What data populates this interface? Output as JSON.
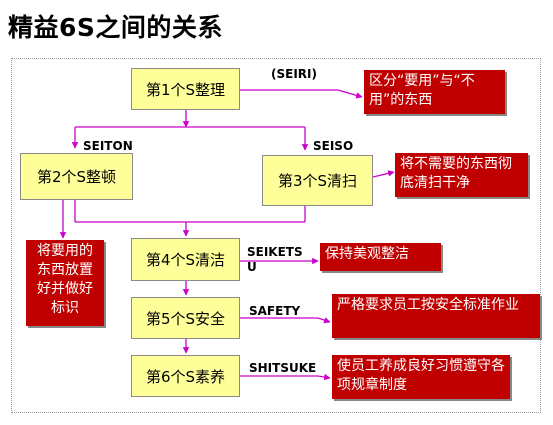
{
  "title": "精益6S之间的关系",
  "nodes": {
    "s1": "第1个S整理",
    "s2": "第2个S整顿",
    "s3": "第3个S清扫",
    "s4": "第4个S清洁",
    "s5": "第5个S安全",
    "s6": "第6个S素养"
  },
  "labels": {
    "seiri": "(SEIRI)",
    "seiton": "SEITON",
    "seiso": "SEISO",
    "seiketsu_1": "SEIKETS",
    "seiketsu_2": "U",
    "safety": "SAFETY",
    "shitsuke": "SHITSUKE"
  },
  "notes": {
    "s1": "区分“要用”与“不用”的东西",
    "s2": "将要用的东西放置好并做好标识",
    "s3": "将不需要的东西彻底清扫干净",
    "s4": "保持美观整洁",
    "s5": "严格要求员工按安全标准作业",
    "s6": "使员工养成良好习惯遵守各项规章制度"
  },
  "colors": {
    "connector": "#cc00cc",
    "node_fill": "#ffff99",
    "note_fill": "#c00000"
  }
}
